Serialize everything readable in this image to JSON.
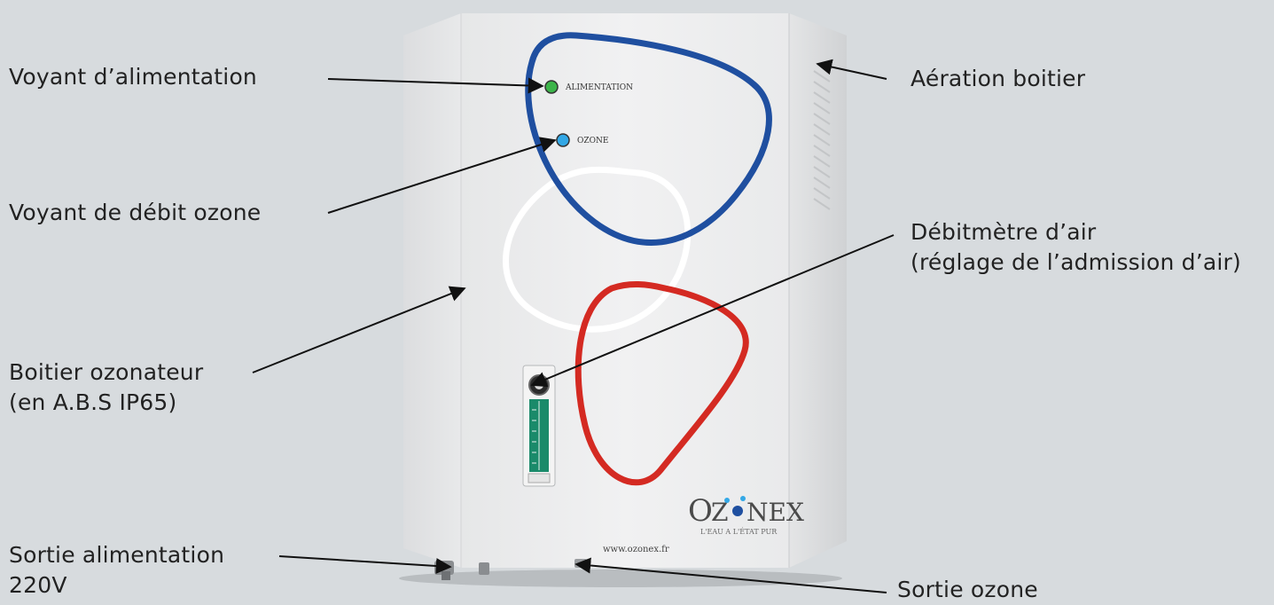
{
  "callouts": {
    "power_indicator": "Voyant d’alimentation",
    "ozone_flow_indicator": "Voyant de débit ozone",
    "housing": {
      "line1": "Boitier ozonateur",
      "line2": "(en A.B.S IP65)"
    },
    "power_output": {
      "line1": "Sortie alimentation",
      "line2": "220V"
    },
    "case_ventilation": "Aération boitier",
    "air_flowmeter": {
      "line1": "Débitmètre d’air",
      "line2": "(réglage de l’admission d’air)"
    },
    "ozone_output": "Sortie ozone"
  },
  "device": {
    "indicator_labels": {
      "power": "ALIMENTATION",
      "ozone": "OZONE"
    },
    "brand": {
      "name_part1": "Z",
      "name_part2": "NEX",
      "lead_letter": "O",
      "tagline": "L'EAU A L'ÉTAT PUR"
    },
    "website": "www.ozonex.fr"
  },
  "colors": {
    "background": "#d7dbde",
    "case": "#ecedee",
    "blue_loop": "#1f4fa0",
    "white_loop": "#ffffff",
    "red_loop": "#d42a22",
    "power_led": "#3cb44a",
    "ozone_led": "#33a8e6",
    "flowmeter_tube": "#1a8a6a"
  }
}
